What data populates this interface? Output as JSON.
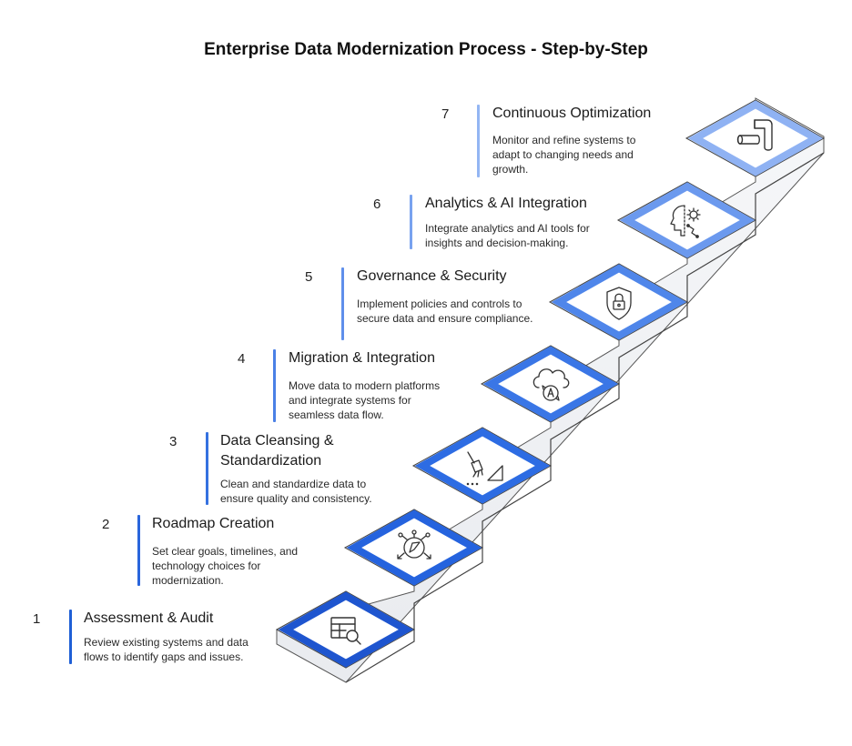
{
  "title": "Enterprise Data Modernization Process - Step-by-Step",
  "colors": {
    "bar": [
      "#1f5fd6",
      "#2a66dc",
      "#3571e0",
      "#4a80e6",
      "#5f8feb",
      "#78a2ef",
      "#93b6f3"
    ],
    "frame": [
      "#1e55cf",
      "#2563de",
      "#2d6ce3",
      "#3a76e6",
      "#4f86ea",
      "#6b99ee",
      "#8fb2f3"
    ]
  },
  "steps": [
    {
      "number": "1",
      "title": "Assessment & Audit",
      "description": "Review existing systems and data flows to identify gaps and issues.",
      "icon": "table-search-icon"
    },
    {
      "number": "2",
      "title": "Roadmap Creation",
      "description": "Set clear goals, timelines, and technology choices for modernization.",
      "icon": "navigation-compass-icon"
    },
    {
      "number": "3",
      "title": "Data Cleansing & Standardization",
      "description": "Clean and standardize data to ensure quality and consistency.",
      "icon": "broom-icon"
    },
    {
      "number": "4",
      "title": "Migration & Integration",
      "description": "Move data to modern platforms and integrate systems for seamless data flow.",
      "icon": "cloud-sync-icon"
    },
    {
      "number": "5",
      "title": "Governance & Security",
      "description": "Implement policies and controls to secure data and ensure compliance.",
      "icon": "shield-lock-icon"
    },
    {
      "number": "6",
      "title": "Analytics & AI Integration",
      "description": "Integrate analytics and AI tools for insights and decision-making.",
      "icon": "ai-head-gear-icon"
    },
    {
      "number": "7",
      "title": "Continuous Optimization",
      "description": "Monitor and refine systems to adapt to changing needs and growth.",
      "icon": "pipeline-icon"
    }
  ]
}
